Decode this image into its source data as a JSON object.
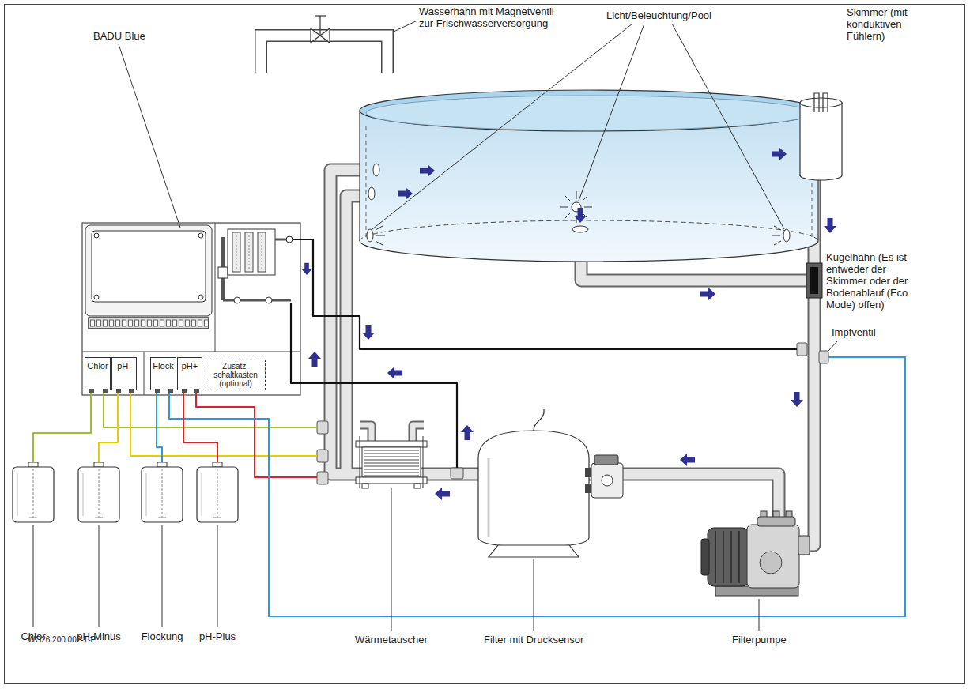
{
  "diagram": {
    "nodes": [
      {
        "text": [
          "Chlor"
        ]
      },
      {
        "text": [
          "pH-"
        ]
      },
      {
        "text": [
          "Flock"
        ]
      },
      {
        "text": [
          "pH+"
        ]
      },
      {
        "text": [
          "Zusatz- schaltkasten (optional)"
        ]
      },
      {
        "text": [
          "Chlor"
        ]
      },
      {
        "text": [
          "pH-Minus"
        ]
      },
      {
        "text": [
          "Flockung"
        ]
      },
      {
        "text": [
          "pH-Plus"
        ]
      }
    ],
    "edges": [
      {
        "from": 5,
        "to": 0,
        "arrow": "none"
      },
      {
        "from": 6,
        "to": 1,
        "arrow": "none"
      },
      {
        "from": 7,
        "to": 2,
        "arrow": "none"
      },
      {
        "from": 8,
        "to": 3,
        "arrow": "none"
      }
    ],
    "labels": [
      "Wasserhahn mit Magnetventil zur Frischwasserversorgung",
      "Licht/Beleuchtung/Pool",
      "Skimmer (mit konduktiven Fühlern)",
      "BADU Blue",
      "Kugelhahn (Es ist entweder der Skimmer oder der Bodenablauf (Eco Mode) offen)",
      "Impfventil",
      "Wärmetauscher",
      "Filter mit Drucksensor",
      "Filterpumpe",
      "WG26.200.002-1-P"
    ]
  }
}
